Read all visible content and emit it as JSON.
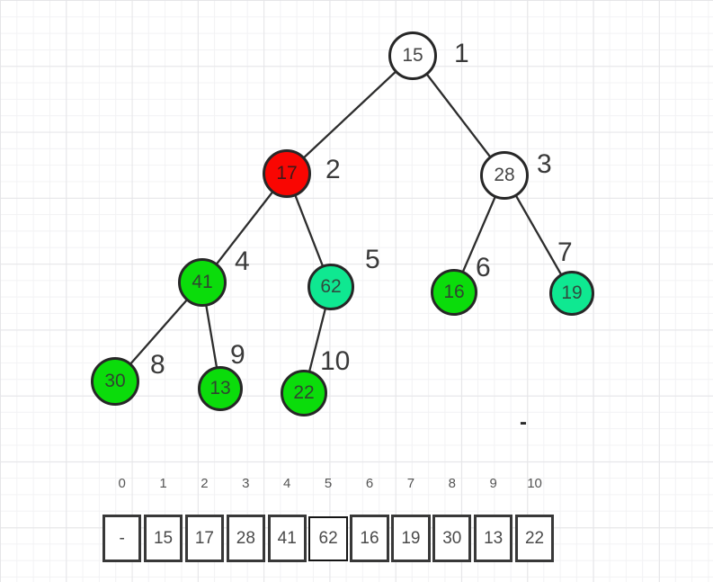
{
  "diagram": {
    "tree": {
      "nodes": [
        {
          "value": "15",
          "position_label": "1",
          "color": "white"
        },
        {
          "value": "17",
          "position_label": "2",
          "color": "red"
        },
        {
          "value": "28",
          "position_label": "3",
          "color": "white"
        },
        {
          "value": "41",
          "position_label": "4",
          "color": "green"
        },
        {
          "value": "62",
          "position_label": "5",
          "color": "mint"
        },
        {
          "value": "16",
          "position_label": "6",
          "color": "green"
        },
        {
          "value": "19",
          "position_label": "7",
          "color": "mint"
        },
        {
          "value": "30",
          "position_label": "8",
          "color": "green"
        },
        {
          "value": "13",
          "position_label": "9",
          "color": "green"
        },
        {
          "value": "22",
          "position_label": "10",
          "color": "green"
        }
      ],
      "edges": [
        [
          "15",
          "17"
        ],
        [
          "15",
          "28"
        ],
        [
          "17",
          "41"
        ],
        [
          "17",
          "62"
        ],
        [
          "28",
          "16"
        ],
        [
          "28",
          "19"
        ],
        [
          "41",
          "30"
        ],
        [
          "41",
          "13"
        ],
        [
          "62",
          "22"
        ]
      ]
    },
    "array": {
      "indices": [
        "0",
        "1",
        "2",
        "3",
        "4",
        "5",
        "6",
        "7",
        "8",
        "9",
        "10"
      ],
      "values": [
        "-",
        "15",
        "17",
        "28",
        "41",
        "62",
        "16",
        "19",
        "30",
        "13",
        "22"
      ],
      "highlight_index": 5
    },
    "stray_mark": "-",
    "colors": {
      "node_red": "#f90602",
      "node_green": "#0bdc0b",
      "node_mint": "#0fe891",
      "node_white": "#ffffff",
      "stroke": "#2d2d2d",
      "grid_minor": "#f2f2f4",
      "grid_major": "#e5e5e8"
    }
  }
}
